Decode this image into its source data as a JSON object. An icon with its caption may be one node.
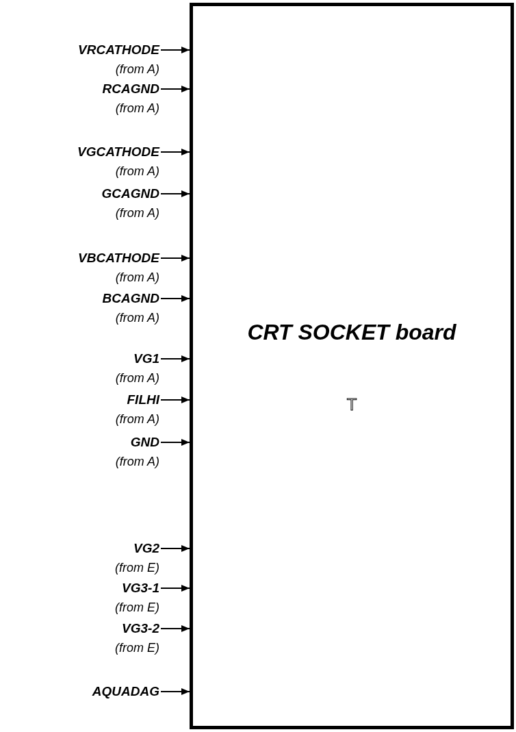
{
  "diagram": {
    "nodes": [
      {
        "text": [
          "CRT SOCKET board",
          "T"
        ]
      },
      {
        "text": [
          "VRCATHODE"
        ],
        "beside": [
          "(from A)"
        ]
      },
      {
        "text": [
          "RCAGND"
        ],
        "beside": [
          "(from A)"
        ]
      },
      {
        "text": [
          "VGCATHODE"
        ],
        "beside": [
          "(from A)"
        ]
      },
      {
        "text": [
          "GCAGND"
        ],
        "beside": [
          "(from A)"
        ]
      },
      {
        "text": [
          "VBCATHODE"
        ],
        "beside": [
          "(from A)"
        ]
      },
      {
        "text": [
          "BCAGND"
        ],
        "beside": [
          "(from A)"
        ]
      },
      {
        "text": [
          "VG1"
        ],
        "beside": [
          "(from A)"
        ]
      },
      {
        "text": [
          "FILHI"
        ],
        "beside": [
          "(from A)"
        ]
      },
      {
        "text": [
          "GND"
        ],
        "beside": [
          "(from A)"
        ]
      },
      {
        "text": [
          "VG2"
        ],
        "beside": [
          "(from E)"
        ]
      },
      {
        "text": [
          "VG3-1"
        ],
        "beside": [
          "(from E)"
        ]
      },
      {
        "text": [
          "VG3-2"
        ],
        "beside": [
          "(from E)"
        ]
      },
      {
        "text": [
          "AQUADAG"
        ]
      }
    ],
    "edges": [
      {
        "from": 1,
        "to": 0,
        "arrow": "to"
      },
      {
        "from": 2,
        "to": 0,
        "arrow": "to"
      },
      {
        "from": 3,
        "to": 0,
        "arrow": "to"
      },
      {
        "from": 4,
        "to": 0,
        "arrow": "to"
      },
      {
        "from": 5,
        "to": 0,
        "arrow": "to"
      },
      {
        "from": 6,
        "to": 0,
        "arrow": "to"
      },
      {
        "from": 7,
        "to": 0,
        "arrow": "to"
      },
      {
        "from": 8,
        "to": 0,
        "arrow": "to"
      },
      {
        "from": 9,
        "to": 0,
        "arrow": "to"
      },
      {
        "from": 10,
        "to": 0,
        "arrow": "to"
      },
      {
        "from": 11,
        "to": 0,
        "arrow": "to"
      },
      {
        "from": 12,
        "to": 0,
        "arrow": "to"
      },
      {
        "from": 13,
        "to": 0,
        "arrow": "to"
      }
    ]
  }
}
